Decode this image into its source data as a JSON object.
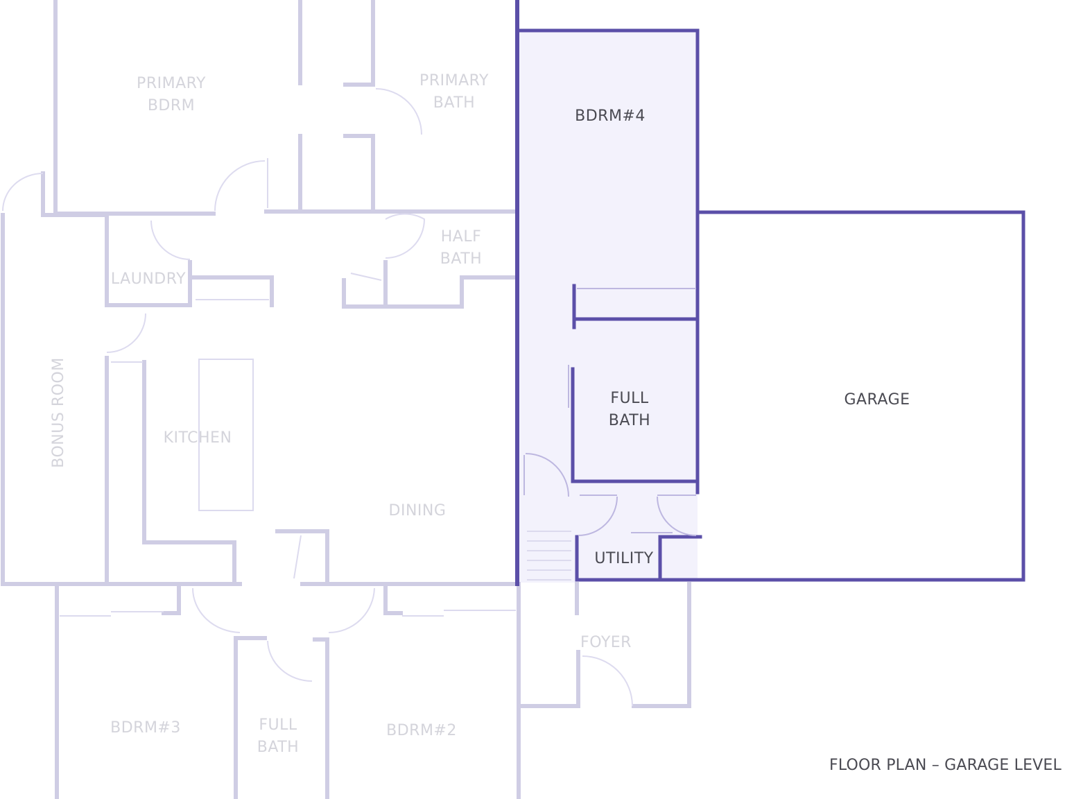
{
  "title": "FLOOR PLAN – GARAGE LEVEL",
  "colors": {
    "active_wall": "#5b4fa8",
    "active_fill": "#f3f2fc",
    "faded_wall": "#cfcde4",
    "faded_label": "#d4d4db",
    "active_label": "#4a4a52"
  },
  "rooms": {
    "primary_bdrm": [
      "PRIMARY",
      "BDRM"
    ],
    "primary_bath": [
      "PRIMARY",
      "BATH"
    ],
    "bdrm4": "BDRM#4",
    "half_bath": [
      "HALF",
      "BATH"
    ],
    "laundry": "LAUNDRY",
    "bonus_room": "BONUS ROOM",
    "kitchen": "KITCHEN",
    "full_bath_upper": [
      "FULL",
      "BATH"
    ],
    "garage": "GARAGE",
    "dining": "DINING",
    "utility": "UTILITY",
    "foyer": "FOYER",
    "bdrm3": "BDRM#3",
    "full_bath_lower": [
      "FULL",
      "BATH"
    ],
    "bdrm2": "BDRM#2"
  }
}
